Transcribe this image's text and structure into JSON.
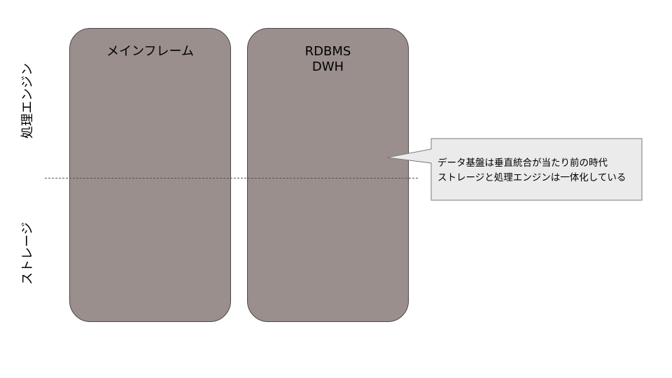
{
  "axis": {
    "top_label": "処理エンジン",
    "bottom_label": "ストレージ"
  },
  "columns": [
    {
      "label": "メインフレーム"
    },
    {
      "label": "RDBMS\nDWH"
    }
  ],
  "callout": {
    "text": "データ基盤は垂直統合が当たり前の時代\nストレージと処理エンジンは一体化している"
  },
  "colors": {
    "column_fill": "#9a8f8c",
    "callout_fill": "#ebebeb",
    "callout_border": "#7a7a7a"
  }
}
